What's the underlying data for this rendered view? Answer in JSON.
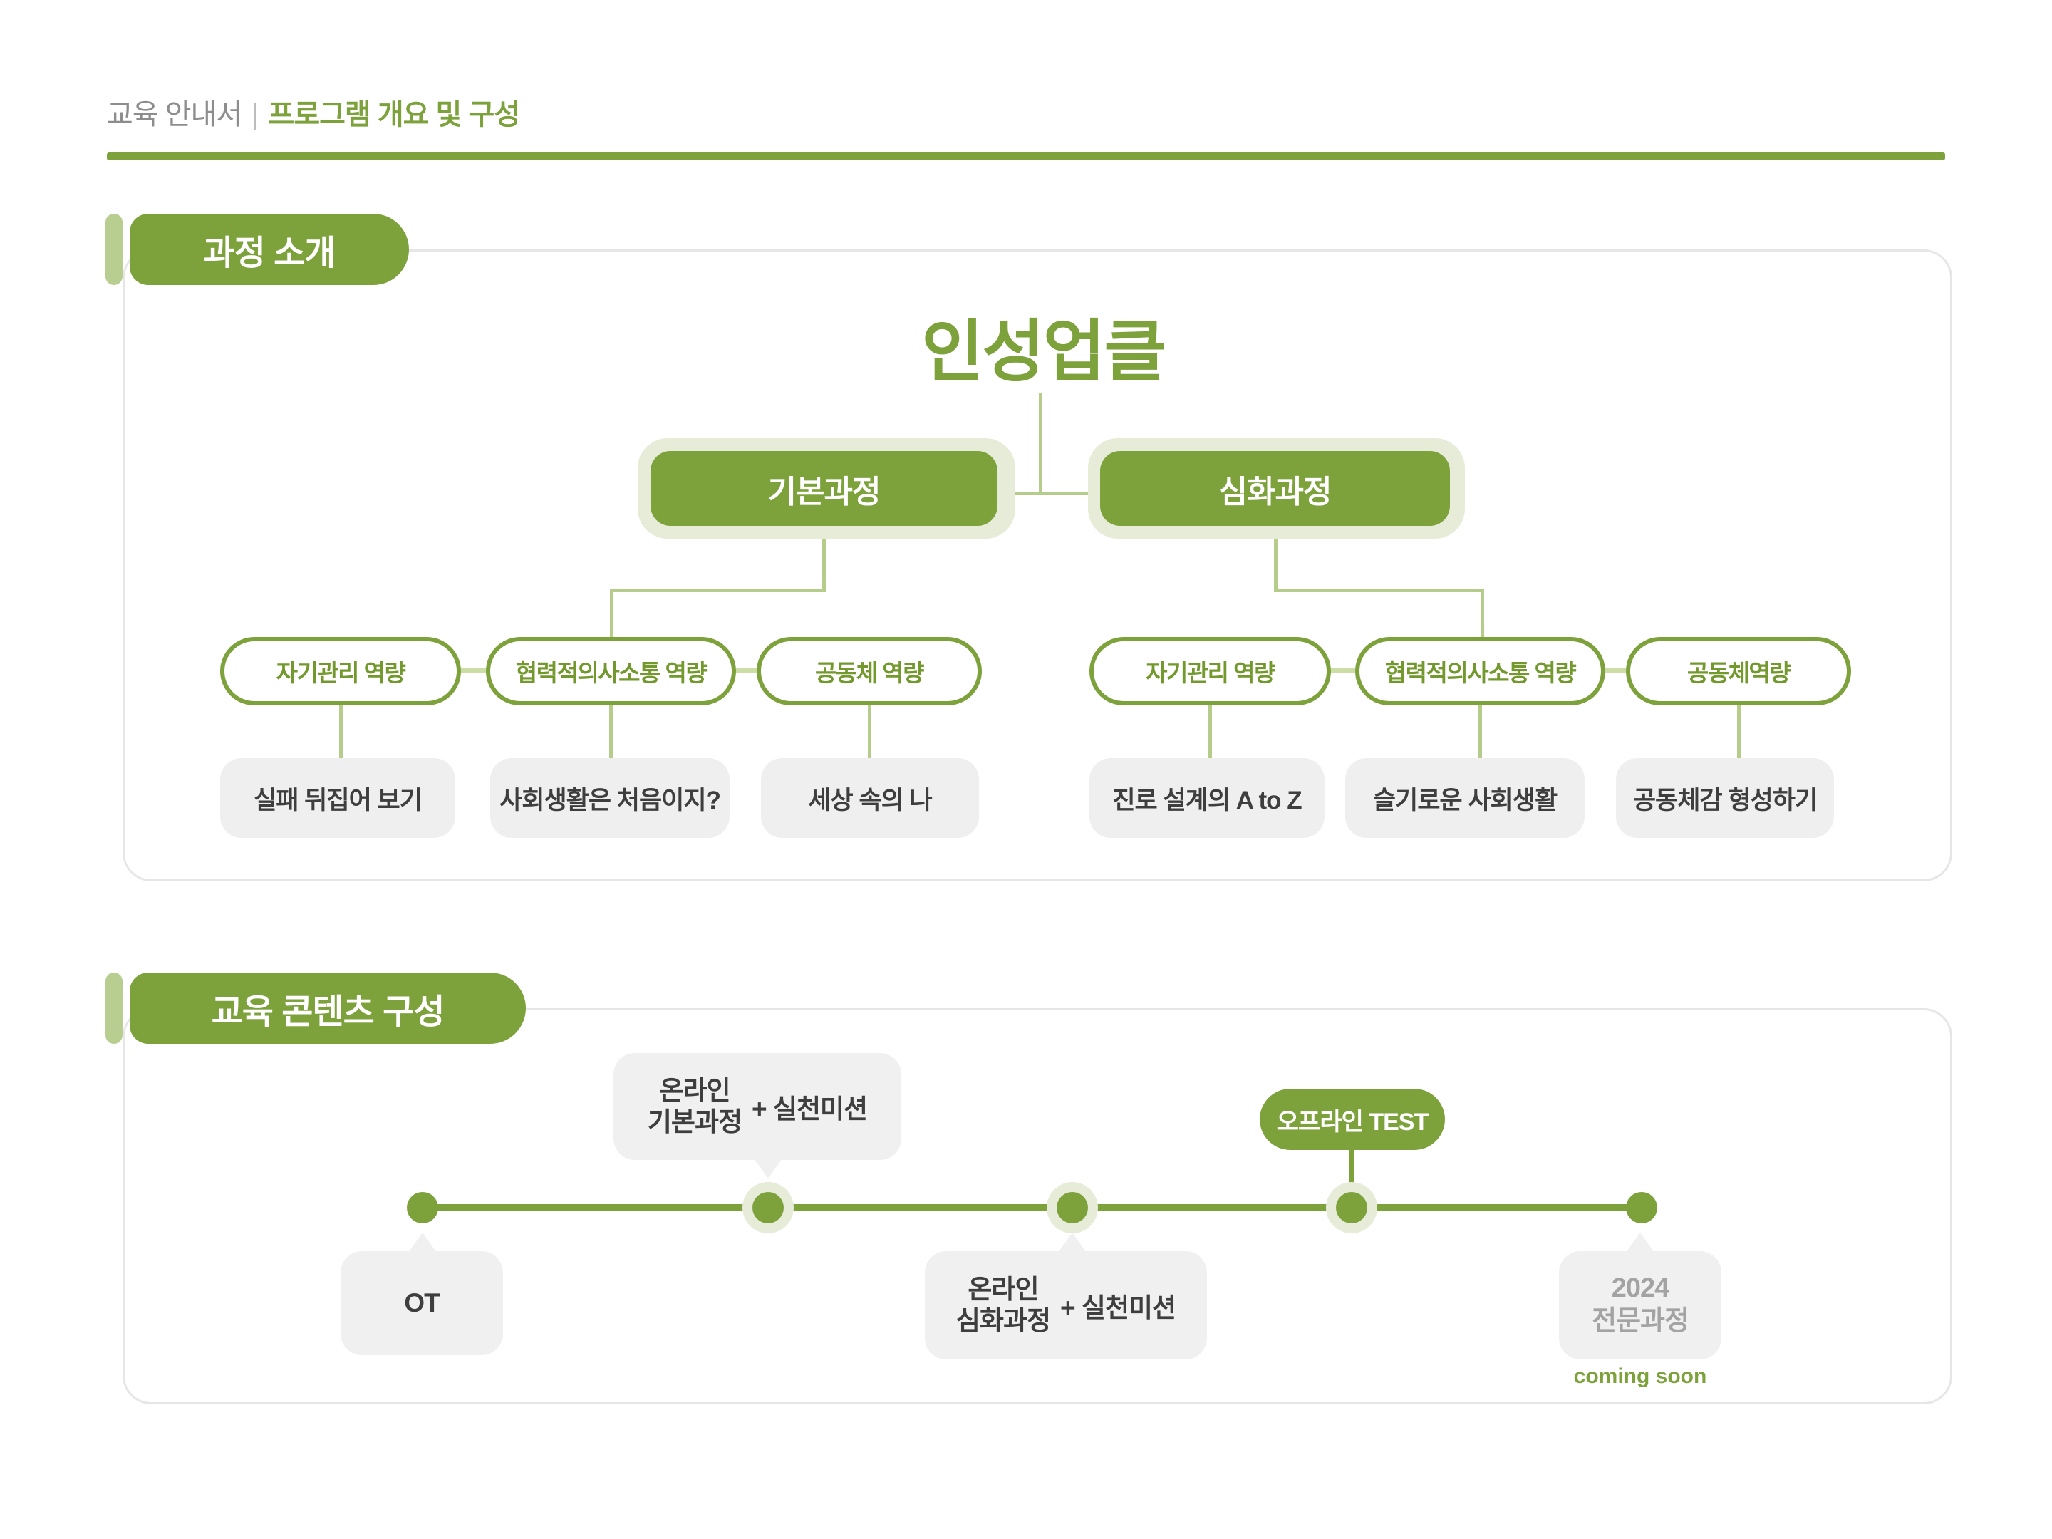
{
  "header": {
    "doc_label": "교육 안내서",
    "divider": "|",
    "title": "프로그램 개요 및 구성"
  },
  "colors": {
    "olive_green": "#7da23c",
    "pale_green_halo": "#e6ecd7",
    "connector_green": "#b6cc8a",
    "accent_bar_green": "#b8cd90",
    "card_gray": "#efefef",
    "dark_text": "#3e3e3e",
    "future_gray": "#a3a3a3"
  },
  "intro": {
    "badge": "과정 소개",
    "title": "인성업클",
    "left_track": "기본과정",
    "right_track": "심화과정",
    "left_pills": [
      "자기관리 역량",
      "협력적의사소통 역량",
      "공동체 역량"
    ],
    "left_modules": [
      "실패 뒤집어 보기",
      "사회생활은 처음이지?",
      "세상 속의 나"
    ],
    "right_pills": [
      "자기관리 역량",
      "협력적의사소통 역량",
      "공동체역량"
    ],
    "right_modules": [
      "진로 설계의 A to Z",
      "슬기로운 사회생활",
      "공동체감 형성하기"
    ]
  },
  "contents": {
    "badge": "교육 콘텐츠 구성",
    "timeline": {
      "ot": "OT",
      "basic_line1": "온라인",
      "basic_line2": "기본과정",
      "basic_plus": "+ 실천미션",
      "advanced_line1": "온라인",
      "advanced_line2": "심화과정",
      "advanced_plus": "+ 실천미션",
      "offline_test": "오프라인 TEST",
      "future_line1": "2024",
      "future_line2": "전문과정",
      "coming_soon": "coming soon"
    }
  }
}
